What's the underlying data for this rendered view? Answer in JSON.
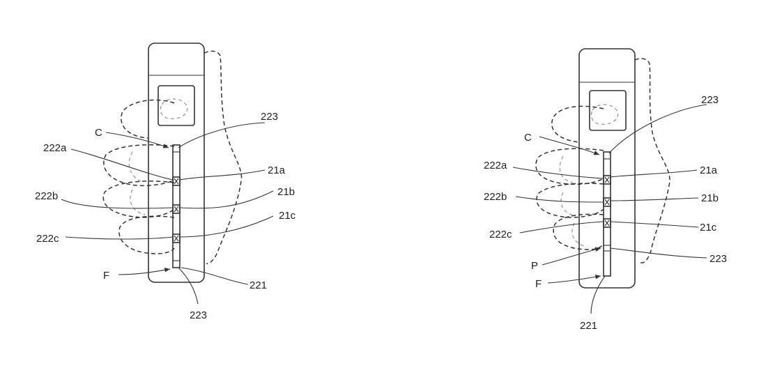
{
  "left_figure": {
    "labels": {
      "C": "C",
      "ref_223_top": "223",
      "ref_222a": "222a",
      "ref_21a": "21a",
      "ref_222b": "222b",
      "ref_21b": "21b",
      "ref_222c": "222c",
      "ref_21c": "21c",
      "F": "F",
      "ref_221": "221",
      "ref_223_bottom": "223"
    }
  },
  "right_figure": {
    "labels": {
      "ref_223_top": "223",
      "C": "C",
      "ref_222a": "222a",
      "ref_21a": "21a",
      "ref_222b": "222b",
      "ref_21b": "21b",
      "ref_222c": "222c",
      "ref_21c": "21c",
      "P": "P",
      "ref_223_bottom": "223",
      "F": "F",
      "ref_221": "221"
    }
  }
}
